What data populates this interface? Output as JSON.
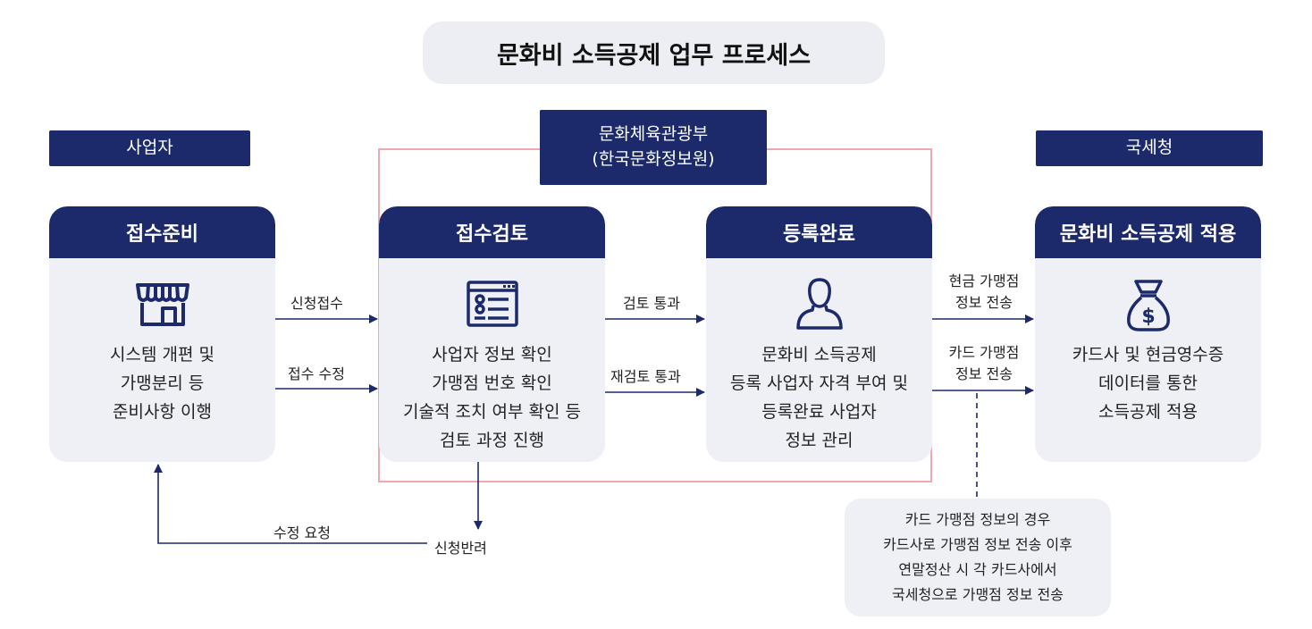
{
  "title": "문화비 소득공제 업무 프로세스",
  "actors": {
    "business": "사업자",
    "ministry_line1": "문화체육관광부",
    "ministry_line2": "(한국문화정보원)",
    "tax": "국세청"
  },
  "cards": {
    "prep": {
      "title": "접수준비",
      "icon": "store-icon",
      "lines": [
        "시스템 개편 및",
        "가맹분리 등",
        "준비사항 이행"
      ]
    },
    "review": {
      "title": "접수검토",
      "icon": "document-list-icon",
      "lines": [
        "사업자 정보 확인",
        "가맹점 번호 확인",
        "기술적 조치 여부 확인 등",
        "검토 과정 진행"
      ]
    },
    "done": {
      "title": "등록완료",
      "icon": "person-icon",
      "lines": [
        "문화비 소득공제",
        "등록 사업자 자격 부여 및",
        "등록완료 사업자",
        "정보 관리"
      ]
    },
    "apply": {
      "title": "문화비 소득공제 적용",
      "icon": "money-bag-icon",
      "lines": [
        "카드사 및 현금영수증",
        "데이터를 통한",
        "소득공제 적용"
      ]
    }
  },
  "arrows": {
    "apply_received": "신청접수",
    "apply_edit": "접수 수정",
    "review_pass": "검토 통과",
    "rereview_pass": "재검토 통과",
    "cash_line1": "현금 가맹점",
    "cash_line2": "정보 전송",
    "card_line1": "카드 가맹점",
    "card_line2": "정보 전송",
    "edit_request": "수정 요청",
    "rejected": "신청반려"
  },
  "note": {
    "lines": [
      "카드 가맹점 정보의 경우",
      "카드사로 가맹점 정보 전송 이후",
      "연말정산 시 각 카드사에서",
      "국세청으로 가맹점 정보 전송"
    ]
  },
  "colors": {
    "navy": "#1c2a6b",
    "card_bg": "#eef0f5",
    "title_bg": "#eceef4",
    "pink_border": "#f0a7ae"
  }
}
